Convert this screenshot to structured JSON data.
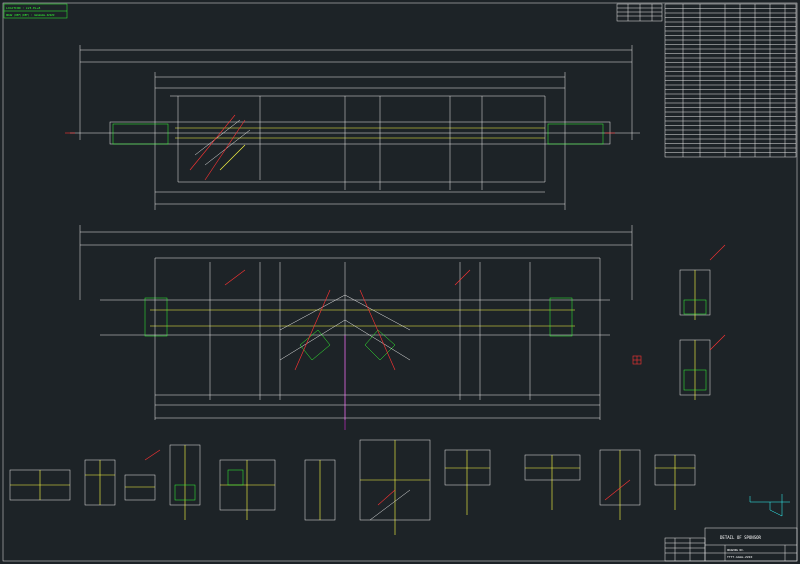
{
  "colors": {
    "background": "#1d2327",
    "frame": "#e8e8e8",
    "beam": "#ffff44",
    "detail": "#33ff33",
    "callout": "#ff33ff",
    "marker": "#ff3333",
    "dimension": "#33ffff"
  },
  "location_block": {
    "line1": "LOCATION  : LV3-EL+8",
    "line2": "DRAW (REF)(REF)  : GGGGGGG-ZZZZZ"
  },
  "title_block": {
    "title": "DETAIL OF SPONSOR",
    "drawing_no_label": "DRAWING NO.",
    "drawing_no": "TTTT-GGGG-ZZZZ"
  },
  "icons": {
    "ucs": "ucs-axis-icon",
    "crosshair": "crosshair-icon"
  }
}
